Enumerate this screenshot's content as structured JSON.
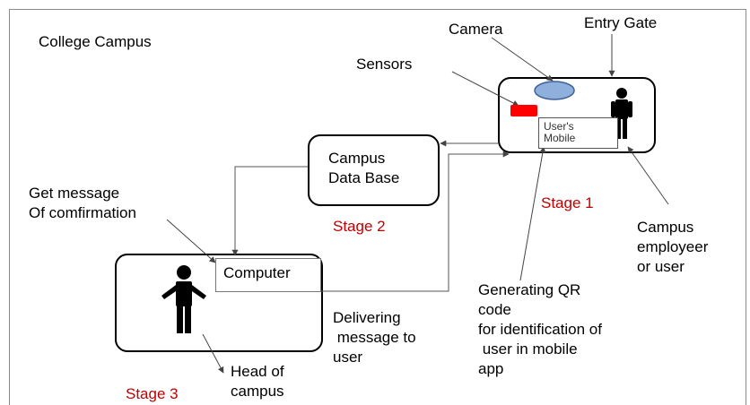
{
  "campus_title": "College Campus",
  "stage1": {
    "label": "Stage 1",
    "camera": "Camera",
    "entry_gate": "Entry Gate",
    "sensors": "Sensors",
    "mobile_line1": "User's",
    "mobile_line2": "Mobile",
    "employee_line1": "Campus",
    "employee_line2": "employeer",
    "employee_line3": "or user",
    "qr_line1": "Generating QR",
    "qr_line2": "code",
    "qr_line3": "for identification of",
    "qr_line4": " user in mobile",
    "qr_line5": "app"
  },
  "stage2": {
    "label": "Stage 2",
    "db_line1": "Campus",
    "db_line2": "Data Base"
  },
  "stage3": {
    "label": "Stage 3",
    "computer": "Computer",
    "confirm_line1": "Get message",
    "confirm_line2": "Of comfirmation",
    "deliver_line1": "Delivering",
    "deliver_line2": " message to",
    "deliver_line3": "user",
    "head_line1": "Head of",
    "head_line2": "campus"
  },
  "colors": {
    "stage_label": "#c00000",
    "sensor": "#ff0000",
    "camera_fill": "#8fb0dc",
    "camera_stroke": "#3f5f9a"
  }
}
